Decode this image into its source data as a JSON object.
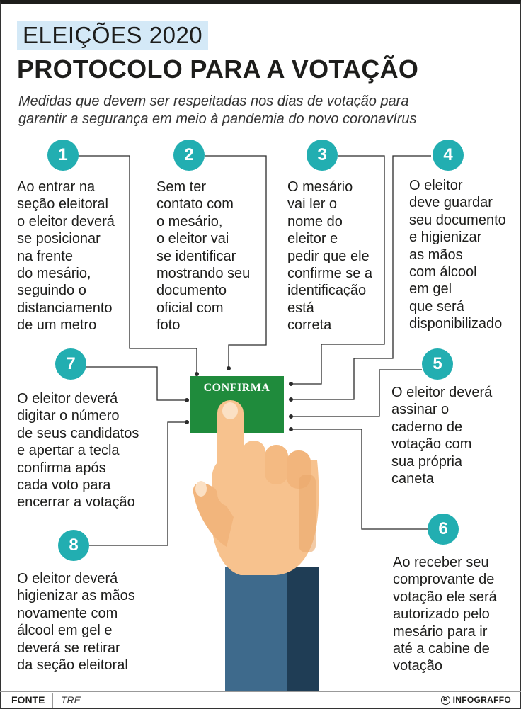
{
  "header": {
    "kicker": "ELEIÇÕES 2020",
    "title": "PROTOCOLO PARA A VOTAÇÃO",
    "subtitle_lines": [
      "Medidas que devem ser respeitadas nos dias de votação para",
      "garantir a segurança em meio à pandemia do novo coronavírus"
    ]
  },
  "steps": [
    {
      "number": "1",
      "lines": [
        "Ao entrar na",
        "seção eleitoral",
        "o eleitor deverá",
        "se posicionar",
        "na frente",
        "do mesário,",
        "seguindo o",
        "distanciamento",
        "de um metro"
      ]
    },
    {
      "number": "2",
      "lines": [
        "Sem ter",
        "contato com",
        "o mesário,",
        "o eleitor vai",
        "se identificar",
        "mostrando seu",
        "documento",
        "oficial com",
        "foto"
      ]
    },
    {
      "number": "3",
      "lines": [
        "O mesário",
        "vai ler o",
        "nome do",
        "eleitor e",
        "pedir que ele",
        "confirme se a",
        "identificação",
        "está",
        "correta"
      ]
    },
    {
      "number": "4",
      "lines": [
        "O eleitor",
        "deve guardar",
        "seu documento",
        "e higienizar",
        "as mãos",
        "com álcool",
        "em gel",
        "que será",
        "disponibilizado"
      ]
    },
    {
      "number": "5",
      "lines": [
        "O eleitor deverá",
        "assinar o",
        "caderno de",
        "votação com",
        "sua própria",
        "caneta"
      ]
    },
    {
      "number": "6",
      "lines": [
        "Ao receber seu",
        "comprovante de",
        "votação ele será",
        "autorizado pelo",
        "mesário para ir",
        "até a cabine de",
        "votação"
      ]
    },
    {
      "number": "7",
      "lines": [
        "O eleitor deverá",
        "digitar o número",
        "de seus candidatos",
        "e apertar a tecla",
        "confirma após",
        "cada voto para",
        "encerrar a votação"
      ]
    },
    {
      "number": "8",
      "lines": [
        "O eleitor deverá",
        "higienizar as mãos",
        "novamente com",
        "álcool em gel e",
        "deverá se retirar",
        "da seção eleitoral"
      ]
    }
  ],
  "keypad": {
    "label": "CONFIRMA"
  },
  "footer": {
    "label": "FONTE",
    "source": "TRE",
    "brand": "INFOGRAFFO",
    "brand_symbol": "R"
  },
  "colors": {
    "badge": "#22aeb1",
    "keypad": "#1f8b3c",
    "kicker_bg": "#d4e9f7",
    "skin": "#f7c28e",
    "sleeve": "#3e6a8c"
  }
}
